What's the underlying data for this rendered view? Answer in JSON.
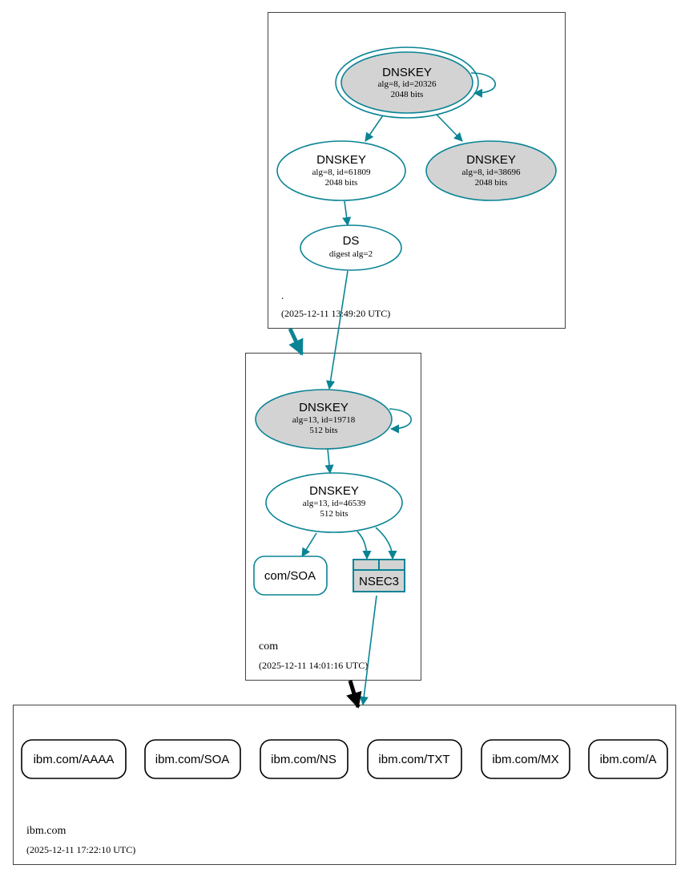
{
  "colors": {
    "edge": "#0a8494",
    "node_fill_gray": "#d3d3d3",
    "node_fill_white": "#ffffff",
    "delegation_black": "#000000",
    "cluster_border": "#444444"
  },
  "zones": {
    "root": {
      "name": ".",
      "timestamp": "(2025-12-11 13:49:20 UTC)"
    },
    "com": {
      "name": "com",
      "timestamp": "(2025-12-11 14:01:16 UTC)"
    },
    "ibm": {
      "name": "ibm.com",
      "timestamp": "(2025-12-11 17:22:10 UTC)"
    }
  },
  "nodes": {
    "root_ksk": {
      "title": "DNSKEY",
      "line1": "alg=8, id=20326",
      "line2": "2048 bits"
    },
    "root_zsk1": {
      "title": "DNSKEY",
      "line1": "alg=8, id=61809",
      "line2": "2048 bits"
    },
    "root_zsk2": {
      "title": "DNSKEY",
      "line1": "alg=8, id=38696",
      "line2": "2048 bits"
    },
    "root_ds": {
      "title": "DS",
      "line1": "digest alg=2"
    },
    "com_ksk": {
      "title": "DNSKEY",
      "line1": "alg=13, id=19718",
      "line2": "512 bits"
    },
    "com_zsk": {
      "title": "DNSKEY",
      "line1": "alg=13, id=46539",
      "line2": "512 bits"
    },
    "com_soa": {
      "label": "com/SOA"
    },
    "com_nsec3": {
      "label": "NSEC3"
    }
  },
  "rrsets": [
    {
      "label": "ibm.com/AAAA"
    },
    {
      "label": "ibm.com/SOA"
    },
    {
      "label": "ibm.com/NS"
    },
    {
      "label": "ibm.com/TXT"
    },
    {
      "label": "ibm.com/MX"
    },
    {
      "label": "ibm.com/A"
    }
  ]
}
